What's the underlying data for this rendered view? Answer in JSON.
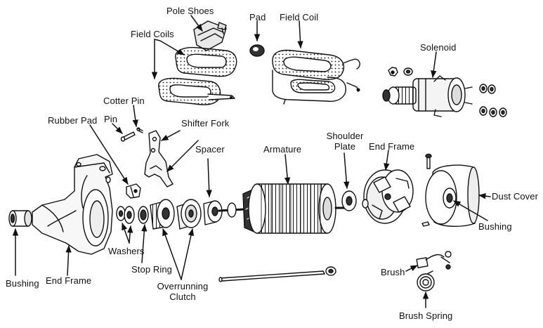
{
  "labels": {
    "pole_shoes": "Pole Shoes",
    "pad": "Pad",
    "field_coil": "Field Coil",
    "field_coils": "Field Coils",
    "solenoid": "Solenoid",
    "cotter_pin": "Cotter Pin",
    "pin": "Pin",
    "rubber_pad": "Rubber Pad",
    "shifter_fork": "Shifter Fork",
    "spacer": "Spacer",
    "armature": "Armature",
    "shoulder_plate_line1": "Shoulder",
    "shoulder_plate_line2": "Plate",
    "end_frame_right": "End Frame",
    "dust_cover": "Dust Cover",
    "bushing_right": "Bushing",
    "washers": "Washers",
    "stop_ring": "Stop Ring",
    "overrunning_clutch_line1": "Overrunning",
    "overrunning_clutch_line2": "Clutch",
    "bushing_left": "Bushing",
    "end_frame_left": "End Frame",
    "brush": "Brush",
    "brush_spring": "Brush Spring"
  },
  "colors": {
    "ink": "#111111",
    "background": "#ffffff"
  }
}
